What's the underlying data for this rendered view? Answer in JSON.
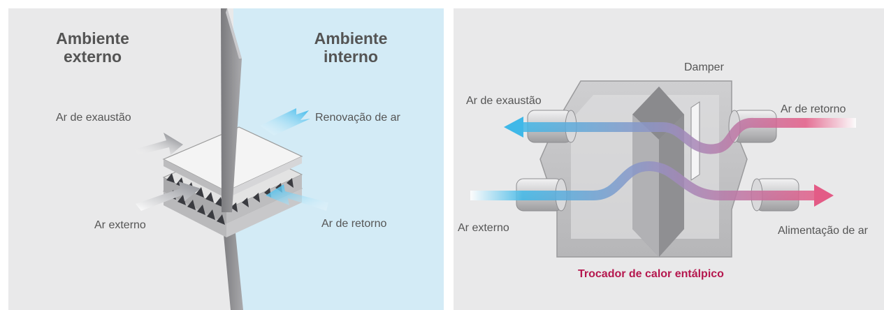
{
  "left_diagram": {
    "external_heading": "Ambiente externo",
    "internal_heading": "Ambiente interno",
    "labels": {
      "exhaust_air": "Ar de exaustão",
      "air_renewal": "Renovação de ar",
      "external_air": "Ar externo",
      "return_air": "Ar de retorno"
    }
  },
  "right_diagram": {
    "labels": {
      "damper": "Damper",
      "exhaust_air": "Ar de exaustão",
      "return_air": "Ar de retorno",
      "external_air": "Ar externo",
      "air_supply": "Alimentação de ar"
    },
    "caption": "Trocador de calor entálpico"
  },
  "colors": {
    "panel_bg": "#e9e9ea",
    "indoor_bg": "#d3ebf6",
    "heading_text": "#545454",
    "cold_air_blue": "#3fb8e8",
    "warm_air_pink": "#e35b86",
    "caption_magenta": "#b5174e"
  }
}
